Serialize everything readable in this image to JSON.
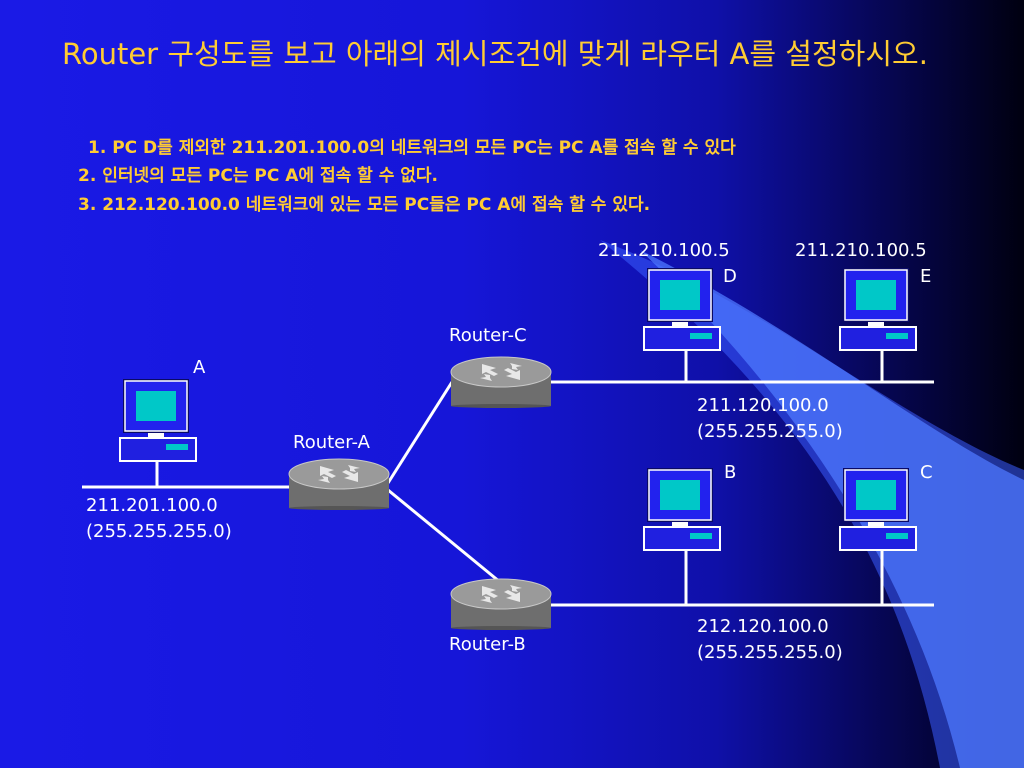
{
  "title": "Router 구성도를 보고 아래의 제시조건에 맞게 라우터 A를 설정하시오.",
  "conditions": [
    "1.  PC D를 제외한 211.201.100.0의 네트워크의 모든 PC는 PC A를 접속 할 수 있다",
    "2. 인터넷의 모든 PC는 PC A에 접속 할 수 없다.",
    "3. 212.120.100.0 네트워크에 있는 모든 PC들은 PC A에 접속 할 수 있다."
  ],
  "pcs": {
    "a": {
      "label": "A"
    },
    "d": {
      "label": "D",
      "ip": "211.210.100.5"
    },
    "e": {
      "label": "E",
      "ip": "211.210.100.5"
    },
    "b": {
      "label": "B"
    },
    "c": {
      "label": "C"
    }
  },
  "routers": {
    "a": "Router-A",
    "b": "Router-B",
    "c": "Router-C"
  },
  "networks": {
    "left": {
      "address": "211.201.100.0",
      "mask": "(255.255.255.0)"
    },
    "top": {
      "address": "211.120.100.0",
      "mask": "(255.255.255.0)"
    },
    "bottom": {
      "address": "212.120.100.0",
      "mask": "(255.255.255.0)"
    }
  },
  "colors": {
    "title": "#ffcc33",
    "label": "#ffffff",
    "link": "#ffffff",
    "screen": "#00c8c8",
    "router": "#8a8a8a"
  }
}
